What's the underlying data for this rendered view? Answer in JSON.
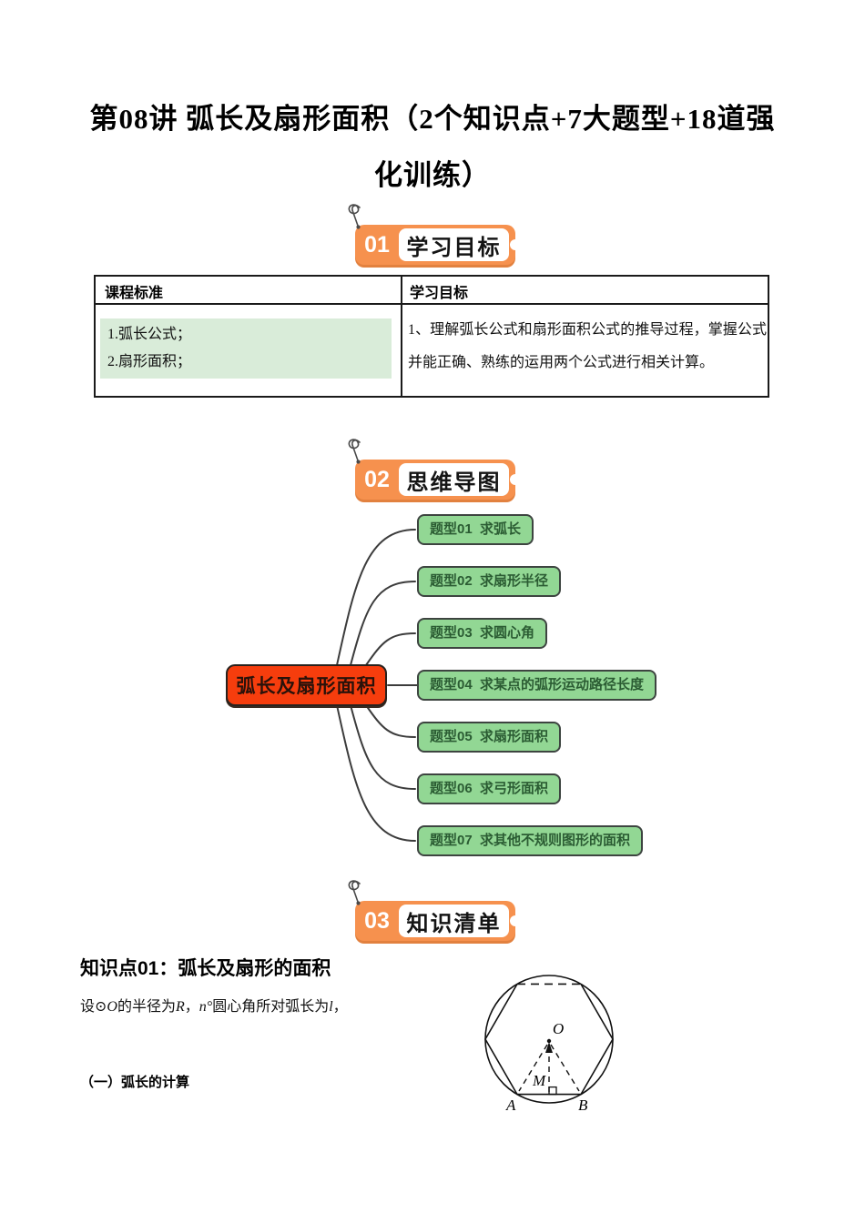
{
  "title": "第08讲 弧长及扇形面积（2个知识点+7大题型+18道强化训练）",
  "sections": [
    {
      "num": "01",
      "label": "学习目标"
    },
    {
      "num": "02",
      "label": "思维导图"
    },
    {
      "num": "03",
      "label": "知识清单"
    }
  ],
  "objectives_table": {
    "headers": [
      "课程标准",
      "学习目标"
    ],
    "standards": [
      "1.弧长公式；",
      "2.扇形面积；"
    ],
    "goal": "1、理解弧长公式和扇形面积公式的推导过程，掌握公式并能正确、熟练的运用两个公式进行相关计算。"
  },
  "mindmap": {
    "center": "弧长及扇形面积",
    "branches": [
      "题型01  求弧长",
      "题型02  求扇形半径",
      "题型03  求圆心角",
      "题型04  求某点的弧形运动路径长度",
      "题型05  求扇形面积",
      "题型06  求弓形面积",
      "题型07  求其他不规则图形的面积"
    ]
  },
  "knowledge": {
    "heading": "知识点01：弧长及扇形的面积",
    "intro": {
      "p1": "设",
      "m1": "⊙O",
      "p2": "的半径为",
      "m2": "R",
      "p3": "，",
      "m3": "n°",
      "p4": "圆心角所对弧长为",
      "m4": "l",
      "p5": "，"
    },
    "sub_heading": "（一）弧长的计算",
    "diagram": {
      "center_label": "O",
      "foot_label": "M",
      "left_label": "A",
      "right_label": "B"
    }
  },
  "colors": {
    "badge_orange": "#f6914e",
    "branch_green": "#92d794",
    "center_red": "#f63d0d",
    "highlight_green": "#d9ecd9"
  }
}
